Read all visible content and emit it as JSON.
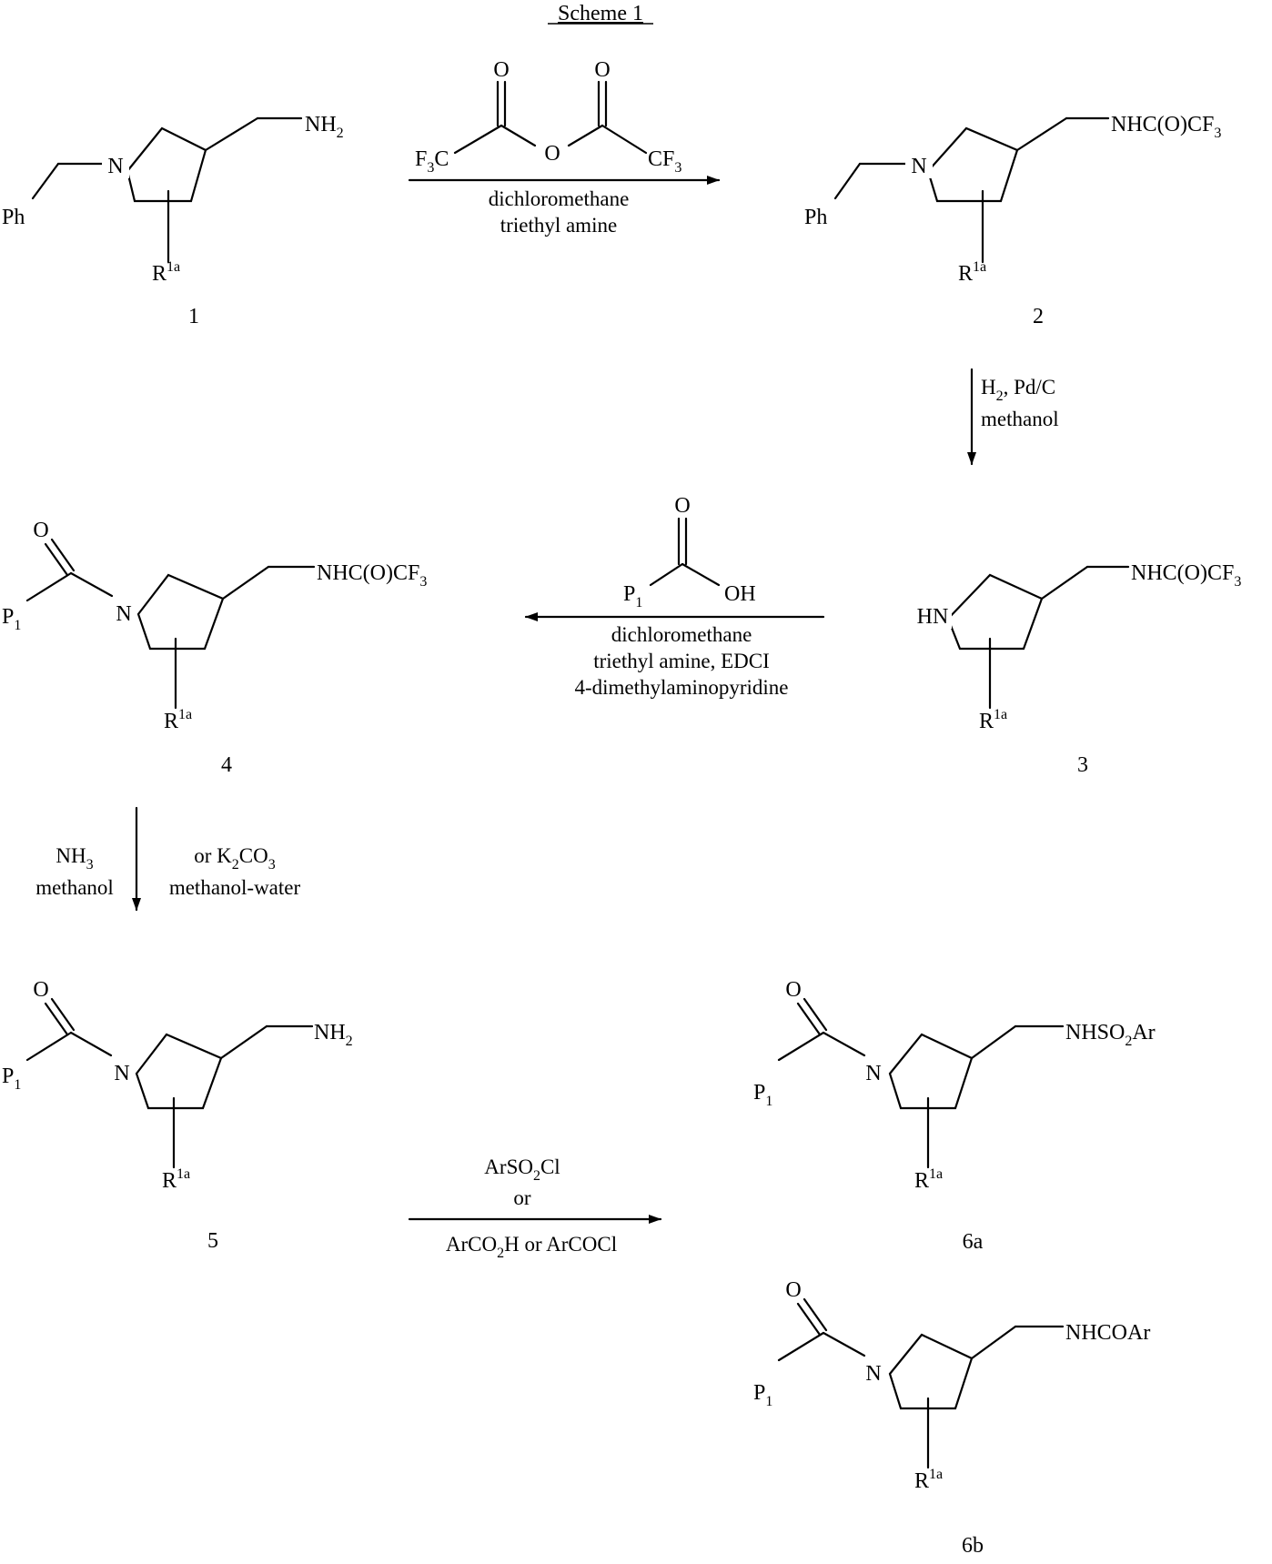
{
  "title": "Scheme 1",
  "compounds": [
    {
      "id": "1",
      "number": "1",
      "n_label": "N",
      "n_prefix": "Ph",
      "r_label": "R",
      "r_sup": "1a",
      "sidechain": "NH",
      "sidechain_sub": "2"
    },
    {
      "id": "2",
      "number": "2",
      "n_label": "N",
      "n_prefix": "Ph",
      "r_label": "R",
      "r_sup": "1a",
      "sidechain": "NHC(O)CF",
      "sidechain_sub": "3"
    },
    {
      "id": "3",
      "number": "3",
      "n_label": "HN",
      "r_label": "R",
      "r_sup": "1a",
      "sidechain": "NHC(O)CF",
      "sidechain_sub": "3"
    },
    {
      "id": "4",
      "number": "4",
      "n_label": "N",
      "acyl_o": "O",
      "acyl_p": "P",
      "acyl_p_sub": "1",
      "r_label": "R",
      "r_sup": "1a",
      "sidechain": "NHC(O)CF",
      "sidechain_sub": "3"
    },
    {
      "id": "5",
      "number": "5",
      "n_label": "N",
      "acyl_o": "O",
      "acyl_p": "P",
      "acyl_p_sub": "1",
      "r_label": "R",
      "r_sup": "1a",
      "sidechain": "NH",
      "sidechain_sub": "2"
    },
    {
      "id": "6a",
      "number": "6a",
      "n_label": "N",
      "acyl_o": "O",
      "acyl_p": "P",
      "acyl_p_sub": "1",
      "r_label": "R",
      "r_sup": "1a",
      "sidechain": "NHSO",
      "sidechain_sub": "2",
      "sidechain_tail": "Ar"
    },
    {
      "id": "6b",
      "number": "6b",
      "n_label": "N",
      "acyl_o": "O",
      "acyl_p": "P",
      "acyl_p_sub": "1",
      "r_label": "R",
      "r_sup": "1a",
      "sidechain": "NHCOAr"
    }
  ],
  "reagents": {
    "anhydride": {
      "o1": "O",
      "o2": "O",
      "o_bridge": "O",
      "left": "F",
      "left_sub": "3",
      "left_tail": "C",
      "right": "CF",
      "right_sub": "3"
    },
    "acid": {
      "o": "O",
      "p": "P",
      "p_sub": "1",
      "oh": "OH"
    }
  },
  "steps": {
    "step1": {
      "line1": "dichloromethane",
      "line2": "triethyl amine"
    },
    "step2": {
      "line1_a": "H",
      "line1_sub": "2",
      "line1_b": ", Pd/C",
      "line2": "methanol"
    },
    "step3": {
      "line1": "dichloromethane",
      "line2": "triethyl amine, EDCI",
      "line3": "4-dimethylaminopyridine"
    },
    "step4": {
      "left1": "NH",
      "left1_sub": "3",
      "left2": "methanol",
      "right1_a": "or K",
      "right1_sub1": "2",
      "right1_b": "CO",
      "right1_sub2": "3",
      "right2": "methanol-water"
    },
    "step5": {
      "line1_a": "ArSO",
      "line1_sub": "2",
      "line1_b": "Cl",
      "line2": "or",
      "line3_a": "ArCO",
      "line3_sub": "2",
      "line3_b": "H or ArCOCl"
    }
  }
}
